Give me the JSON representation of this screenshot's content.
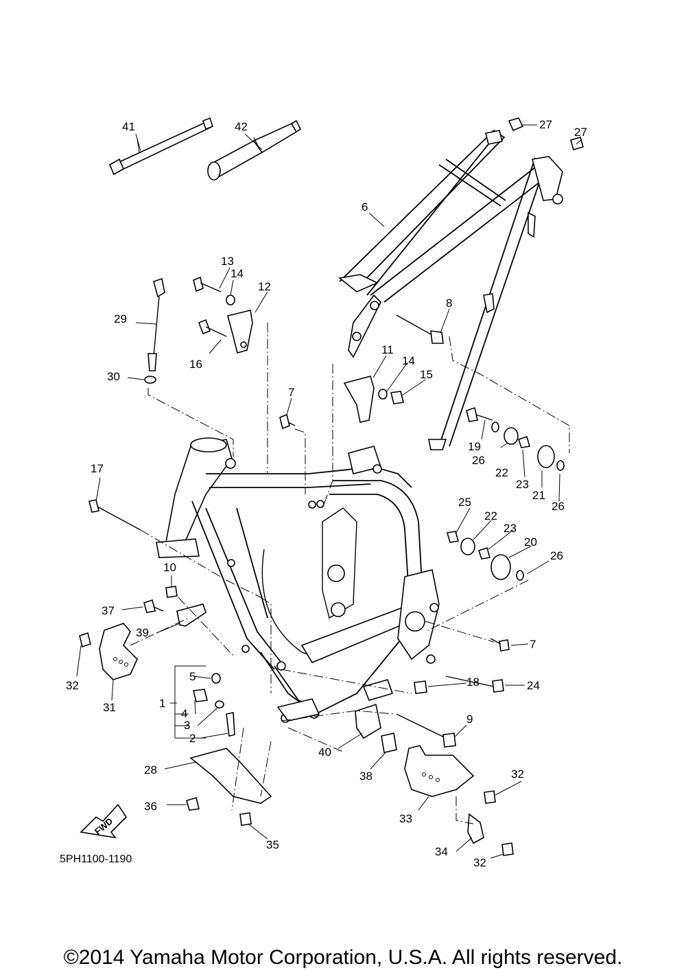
{
  "diagram": {
    "drawing_code": "5PH1100-1190",
    "fwd_label": "FWD",
    "copyright": "©2014 Yamaha Motor Corporation, U.S.A. All rights reserved.",
    "callouts": [
      "41",
      "42",
      "27",
      "27",
      "6",
      "13",
      "14",
      "12",
      "8",
      "29",
      "16",
      "11",
      "14",
      "15",
      "30",
      "7",
      "19",
      "26",
      "22",
      "23",
      "21",
      "26",
      "17",
      "25",
      "22",
      "23",
      "20",
      "26",
      "10",
      "37",
      "39",
      "7",
      "32",
      "5",
      "18",
      "24",
      "31",
      "1",
      "4",
      "3",
      "2",
      "9",
      "40",
      "32",
      "38",
      "28",
      "36",
      "33",
      "34",
      "35",
      "32"
    ]
  }
}
